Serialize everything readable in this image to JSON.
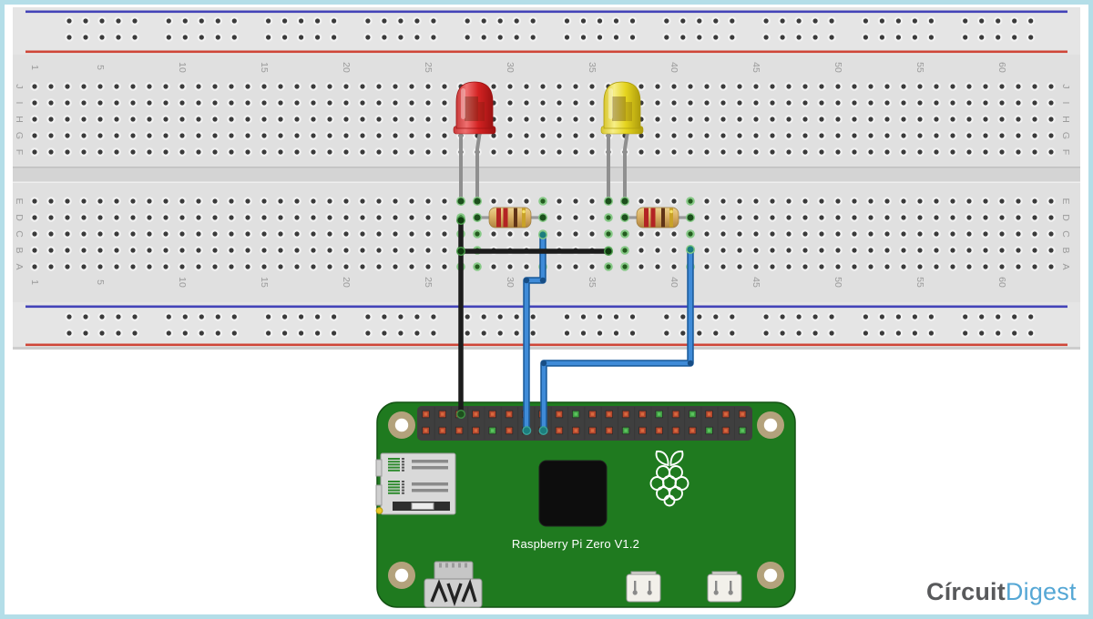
{
  "frame": {
    "border_color": "#b4dee8",
    "background": "#ffffff"
  },
  "breadboard": {
    "body_color": "#e5e5e5",
    "main_color": "#e0e0e0",
    "channel_color": "#d4d4d4",
    "hole_center": "#3a3a3a",
    "hole_ring": "#f2f2f2",
    "green_hole_center": "#245b1f",
    "green_hole_ring": "#86c986",
    "rail_blue": "#4343b8",
    "rail_red": "#cf4638",
    "label_color": "#9b9b9b",
    "column_labels": [
      "1",
      "5",
      "10",
      "15",
      "20",
      "25",
      "30",
      "35",
      "40",
      "45",
      "50",
      "55",
      "60"
    ],
    "row_letters_top": [
      "J",
      "I",
      "H",
      "G",
      "F"
    ],
    "row_letters_bottom": [
      "E",
      "D",
      "C",
      "B",
      "A"
    ],
    "columns": 63,
    "rail_groups": 10,
    "rail_holes_per_group": 5,
    "connected_columns": [
      27,
      28,
      32,
      36,
      37,
      41
    ]
  },
  "components": {
    "leds": [
      {
        "id": "red-led",
        "body": "#d42222",
        "edge": "#9c1212",
        "highlight": "#ee7070",
        "mid": "#d42222",
        "cathode_column": 27,
        "anode_column": 28
      },
      {
        "id": "yellow-led",
        "body": "#e5d41e",
        "edge": "#ad9c0c",
        "highlight": "#f6ee88",
        "mid": "#e5d41e",
        "cathode_column": 36,
        "anode_column": 37
      }
    ],
    "resistors": [
      {
        "id": "resistor-1",
        "from_column": 28,
        "to_column": 32,
        "body": "#d9b065",
        "body_light": "#ecd18d",
        "body_dark": "#b08440",
        "lead": "#9a9a9a",
        "bands": [
          "#b32424",
          "#b32424",
          "#5f3317",
          "#c9a227"
        ]
      },
      {
        "id": "resistor-2",
        "from_column": 37,
        "to_column": 41,
        "body": "#d9b065",
        "body_light": "#ecd18d",
        "body_dark": "#b08440",
        "lead": "#9a9a9a",
        "bands": [
          "#b32424",
          "#b32424",
          "#5f3317",
          "#c9a227"
        ]
      }
    ],
    "wires": [
      {
        "id": "black-ground-jumper",
        "color": "#1c1c1c",
        "cap": "#0e3a0e",
        "desc": "breadboard row B col 27 to row B col 36"
      },
      {
        "id": "black-ground-wire",
        "color": "#1c1c1c",
        "cap": "#0e3a0e",
        "desc": "breadboard row D col 27 to Pi header top pin 3"
      },
      {
        "id": "blue-gpio-wire-1",
        "color": "#3f8bd8",
        "edge": "#1d5e9e",
        "cap": "#1c7d7d",
        "desc": "breadboard row C col 32 to Pi header bottom pin 7"
      },
      {
        "id": "blue-gpio-wire-2",
        "color": "#3f8bd8",
        "edge": "#1d5e9e",
        "cap": "#1c7d7d",
        "desc": "breadboard row B col 41 to Pi header bottom pin 8"
      }
    ]
  },
  "pi": {
    "label": "Raspberry Pi Zero V1.2",
    "board_color": "#1f7a1f",
    "board_edge": "#145214",
    "header_color": "#3f3f3f",
    "pin_orange": "#b5472c",
    "pin_orange_inner": "#d86a40",
    "pin_green": "#3f9c42",
    "pin_green_inner": "#5cc45f",
    "pins_top": [
      "o",
      "o",
      "o",
      "o",
      "o",
      "o",
      "o",
      "o",
      "o",
      "g",
      "o",
      "o",
      "o",
      "o",
      "g",
      "o",
      "g",
      "o",
      "o",
      "o"
    ],
    "pins_bottom": [
      "o",
      "o",
      "o",
      "o",
      "g",
      "o",
      "o",
      "o",
      "o",
      "o",
      "o",
      "o",
      "g",
      "o",
      "o",
      "o",
      "o",
      "g",
      "o",
      "g"
    ],
    "black_wire_pin_top_index": 2,
    "blue_wire_pin_bottom_indices": [
      6,
      7
    ],
    "mount_ring": "#b3a27c",
    "chip_color": "#0d0d0d",
    "logo_color": "#ffffff",
    "text_color": "#ffffff"
  },
  "logo": {
    "part1": "Círcuit",
    "part2": "Digest",
    "color1": "#58595b",
    "color2": "#55a7d5"
  }
}
